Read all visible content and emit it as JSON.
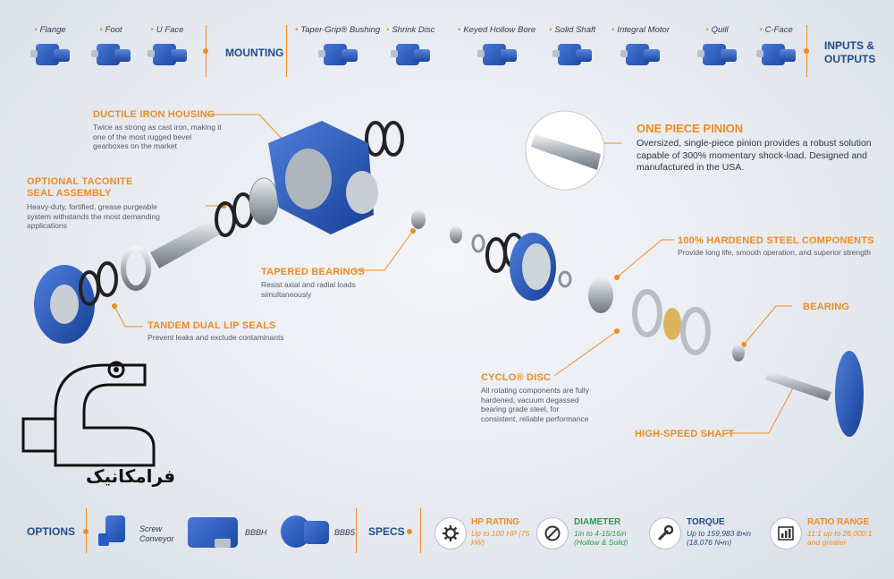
{
  "mounting": {
    "title": "MOUNTING",
    "items": [
      {
        "label": "Flange"
      },
      {
        "label": "Foot"
      },
      {
        "label": "U Face"
      }
    ]
  },
  "io": {
    "title": "INPUTS & OUTPUTS",
    "items": [
      {
        "label": "Taper-Grip® Bushing"
      },
      {
        "label": "Shrink Disc"
      },
      {
        "label": "Keyed Hollow Bore"
      },
      {
        "label": "Solid Shaft"
      },
      {
        "label": "Integral Motor"
      },
      {
        "label": "Quill"
      },
      {
        "label": "C-Face"
      }
    ]
  },
  "callouts": {
    "housing": {
      "title": "DUCTILE IRON HOUSING",
      "desc": "Twice as strong as cast iron, making it one of the most rugged bevel gearboxes on the market"
    },
    "taconite": {
      "title": "OPTIONAL TACONITE SEAL ASSEMBLY",
      "desc": "Heavy-duty, fortified, grease purgeable system withstands the most demanding applications"
    },
    "tapered": {
      "title": "TAPERED BEARINGS",
      "desc": "Resist axial and radial loads simultaneously"
    },
    "seals": {
      "title": "TANDEM DUAL LIP SEALS",
      "desc": "Prevent leaks and exclude contaminants"
    },
    "pinion": {
      "title": "ONE PIECE PINION",
      "desc": "Oversized, single-piece pinion provides a robust solution capable of 300% momentary shock-load. Designed and manufactured in the USA."
    },
    "hardened": {
      "title": "100% HARDENED STEEL COMPONENTS",
      "desc": "Provide long life, smooth operation, and superior strength"
    },
    "bearing": {
      "title": "BEARING"
    },
    "cyclo": {
      "title": "CYCLO® DISC",
      "desc": "All rotating components are fully hardened, vacuum degassed bearing grade steel, for consistent, reliable performance"
    },
    "shaft": {
      "title": "HIGH-SPEED SHAFT"
    }
  },
  "logo": {
    "text": "فرامکانیک"
  },
  "options": {
    "title": "OPTIONS",
    "items": [
      {
        "label": "Screw Conveyor"
      },
      {
        "label": "BBBH"
      },
      {
        "label": "BBB5"
      }
    ]
  },
  "specs": {
    "title": "SPECS",
    "items": [
      {
        "title": "HP RATING",
        "value": "Up to 100 HP (75 kW)",
        "color": "#f28a1e",
        "icon": "gear-icon"
      },
      {
        "title": "DIAMETER",
        "value": "1in to 4-15/16in (Hollow & Solid)",
        "color": "#2e9a4a",
        "icon": "diameter-icon"
      },
      {
        "title": "TORQUE",
        "value": "Up to 159,983 lb•in (18,076 N•m)",
        "color": "#1f4c8c",
        "icon": "wrench-icon"
      },
      {
        "title": "RATIO RANGE",
        "value": "11:1 up to 26,000:1 and greater",
        "color": "#f28a1e",
        "icon": "bar-chart-icon"
      }
    ]
  },
  "colors": {
    "accent": "#f28a1e",
    "brand_blue": "#1f4c8c",
    "product_blue": "#2a5bc4"
  }
}
